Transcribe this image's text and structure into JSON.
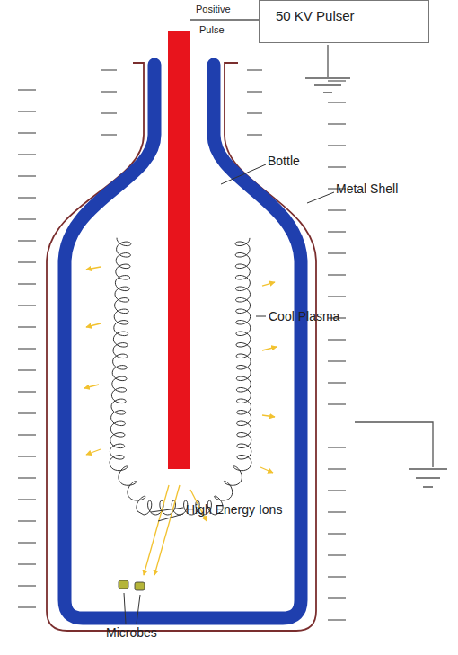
{
  "diagram": {
    "nodes": [
      {
        "text": [
          "50 KV Pulser"
        ]
      }
    ],
    "labels": [
      "Positive",
      "Pulse",
      "Bottle",
      "Metal Shell",
      "Cool Plasma",
      "High Energy Ions",
      "Microbes"
    ]
  }
}
